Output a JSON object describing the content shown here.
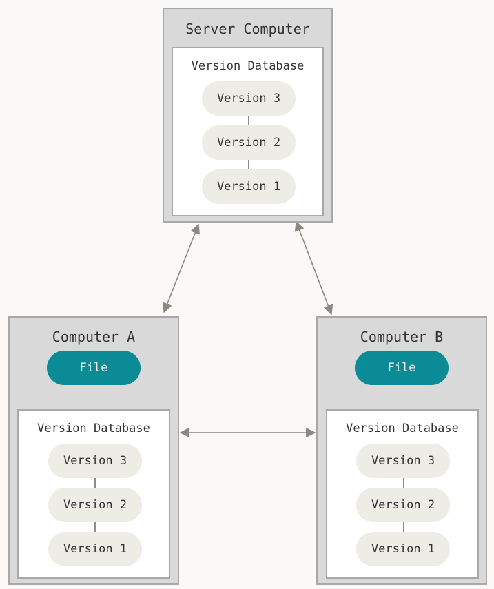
{
  "server": {
    "title": "Server Computer",
    "db_title": "Version Database",
    "versions": [
      "Version 3",
      "Version 2",
      "Version 1"
    ]
  },
  "computer_a": {
    "title": "Computer A",
    "file": "File",
    "db_title": "Version Database",
    "versions": [
      "Version 3",
      "Version 2",
      "Version 1"
    ]
  },
  "computer_b": {
    "title": "Computer B",
    "file": "File",
    "db_title": "Version Database",
    "versions": [
      "Version 3",
      "Version 2",
      "Version 1"
    ]
  },
  "colors": {
    "machine_fill": "#d9d9d9",
    "machine_border": "#a8a8a8",
    "version_fill": "#edede6",
    "file_fill": "#0b8b96",
    "arrow": "#8d8780"
  }
}
